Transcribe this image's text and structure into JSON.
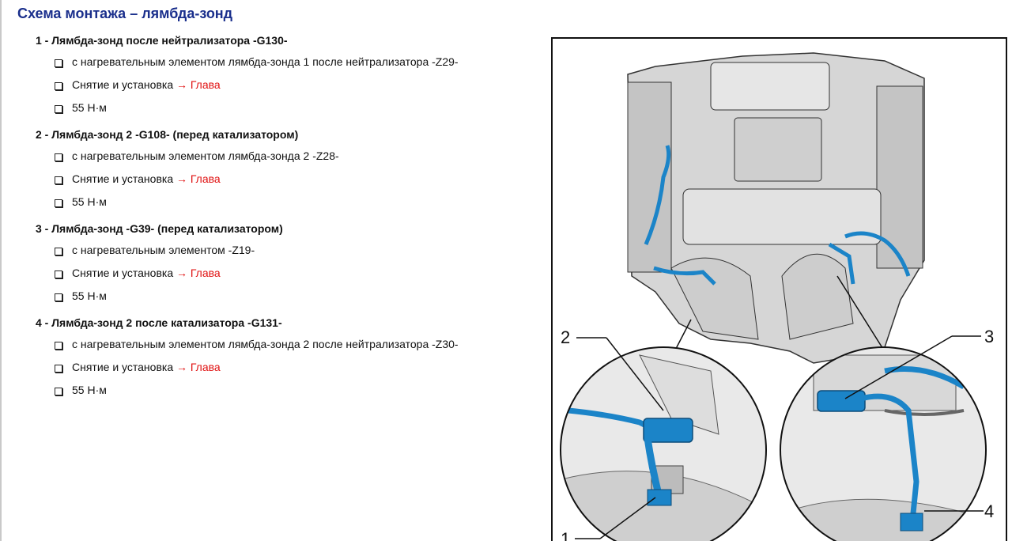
{
  "page": {
    "title": "Схема монтажа – лямбда-зонд"
  },
  "items": [
    {
      "heading": "1 - Лямбда-зонд после нейтрализатора -G130-",
      "details": [
        {
          "text": "с нагревательным элементом лямбда-зонда 1 после нейтрализатора -Z29-"
        },
        {
          "text": "Снятие и установка ",
          "link": "→ Глава"
        },
        {
          "text": "55 Н·м"
        }
      ]
    },
    {
      "heading": "2 - Лямбда-зонд 2 -G108- (перед катализатором)",
      "details": [
        {
          "text": "с нагревательным элементом лямбда-зонда 2 -Z28-"
        },
        {
          "text": "Снятие и установка ",
          "link": "→ Глава"
        },
        {
          "text": "55 Н·м"
        }
      ]
    },
    {
      "heading": "3 - Лямбда-зонд -G39- (перед катализатором)",
      "details": [
        {
          "text": "с нагревательным элементом -Z19-"
        },
        {
          "text": "Снятие и установка ",
          "link": "→ Глава"
        },
        {
          "text": "55 Н·м"
        }
      ]
    },
    {
      "heading": "4 - Лямбда-зонд 2 после катализатора -G131-",
      "details": [
        {
          "text": "с нагревательным элементом лямбда-зонда 2 после нейтрализатора -Z30-"
        },
        {
          "text": "Снятие и установка ",
          "link": "→ Глава"
        },
        {
          "text": "55 Н·м"
        }
      ]
    }
  ],
  "figure": {
    "callouts": [
      "1",
      "2",
      "3",
      "4"
    ],
    "colors": {
      "sensor": "#1b84c8",
      "outline": "#111111",
      "engine": "#d6d6d6"
    }
  }
}
